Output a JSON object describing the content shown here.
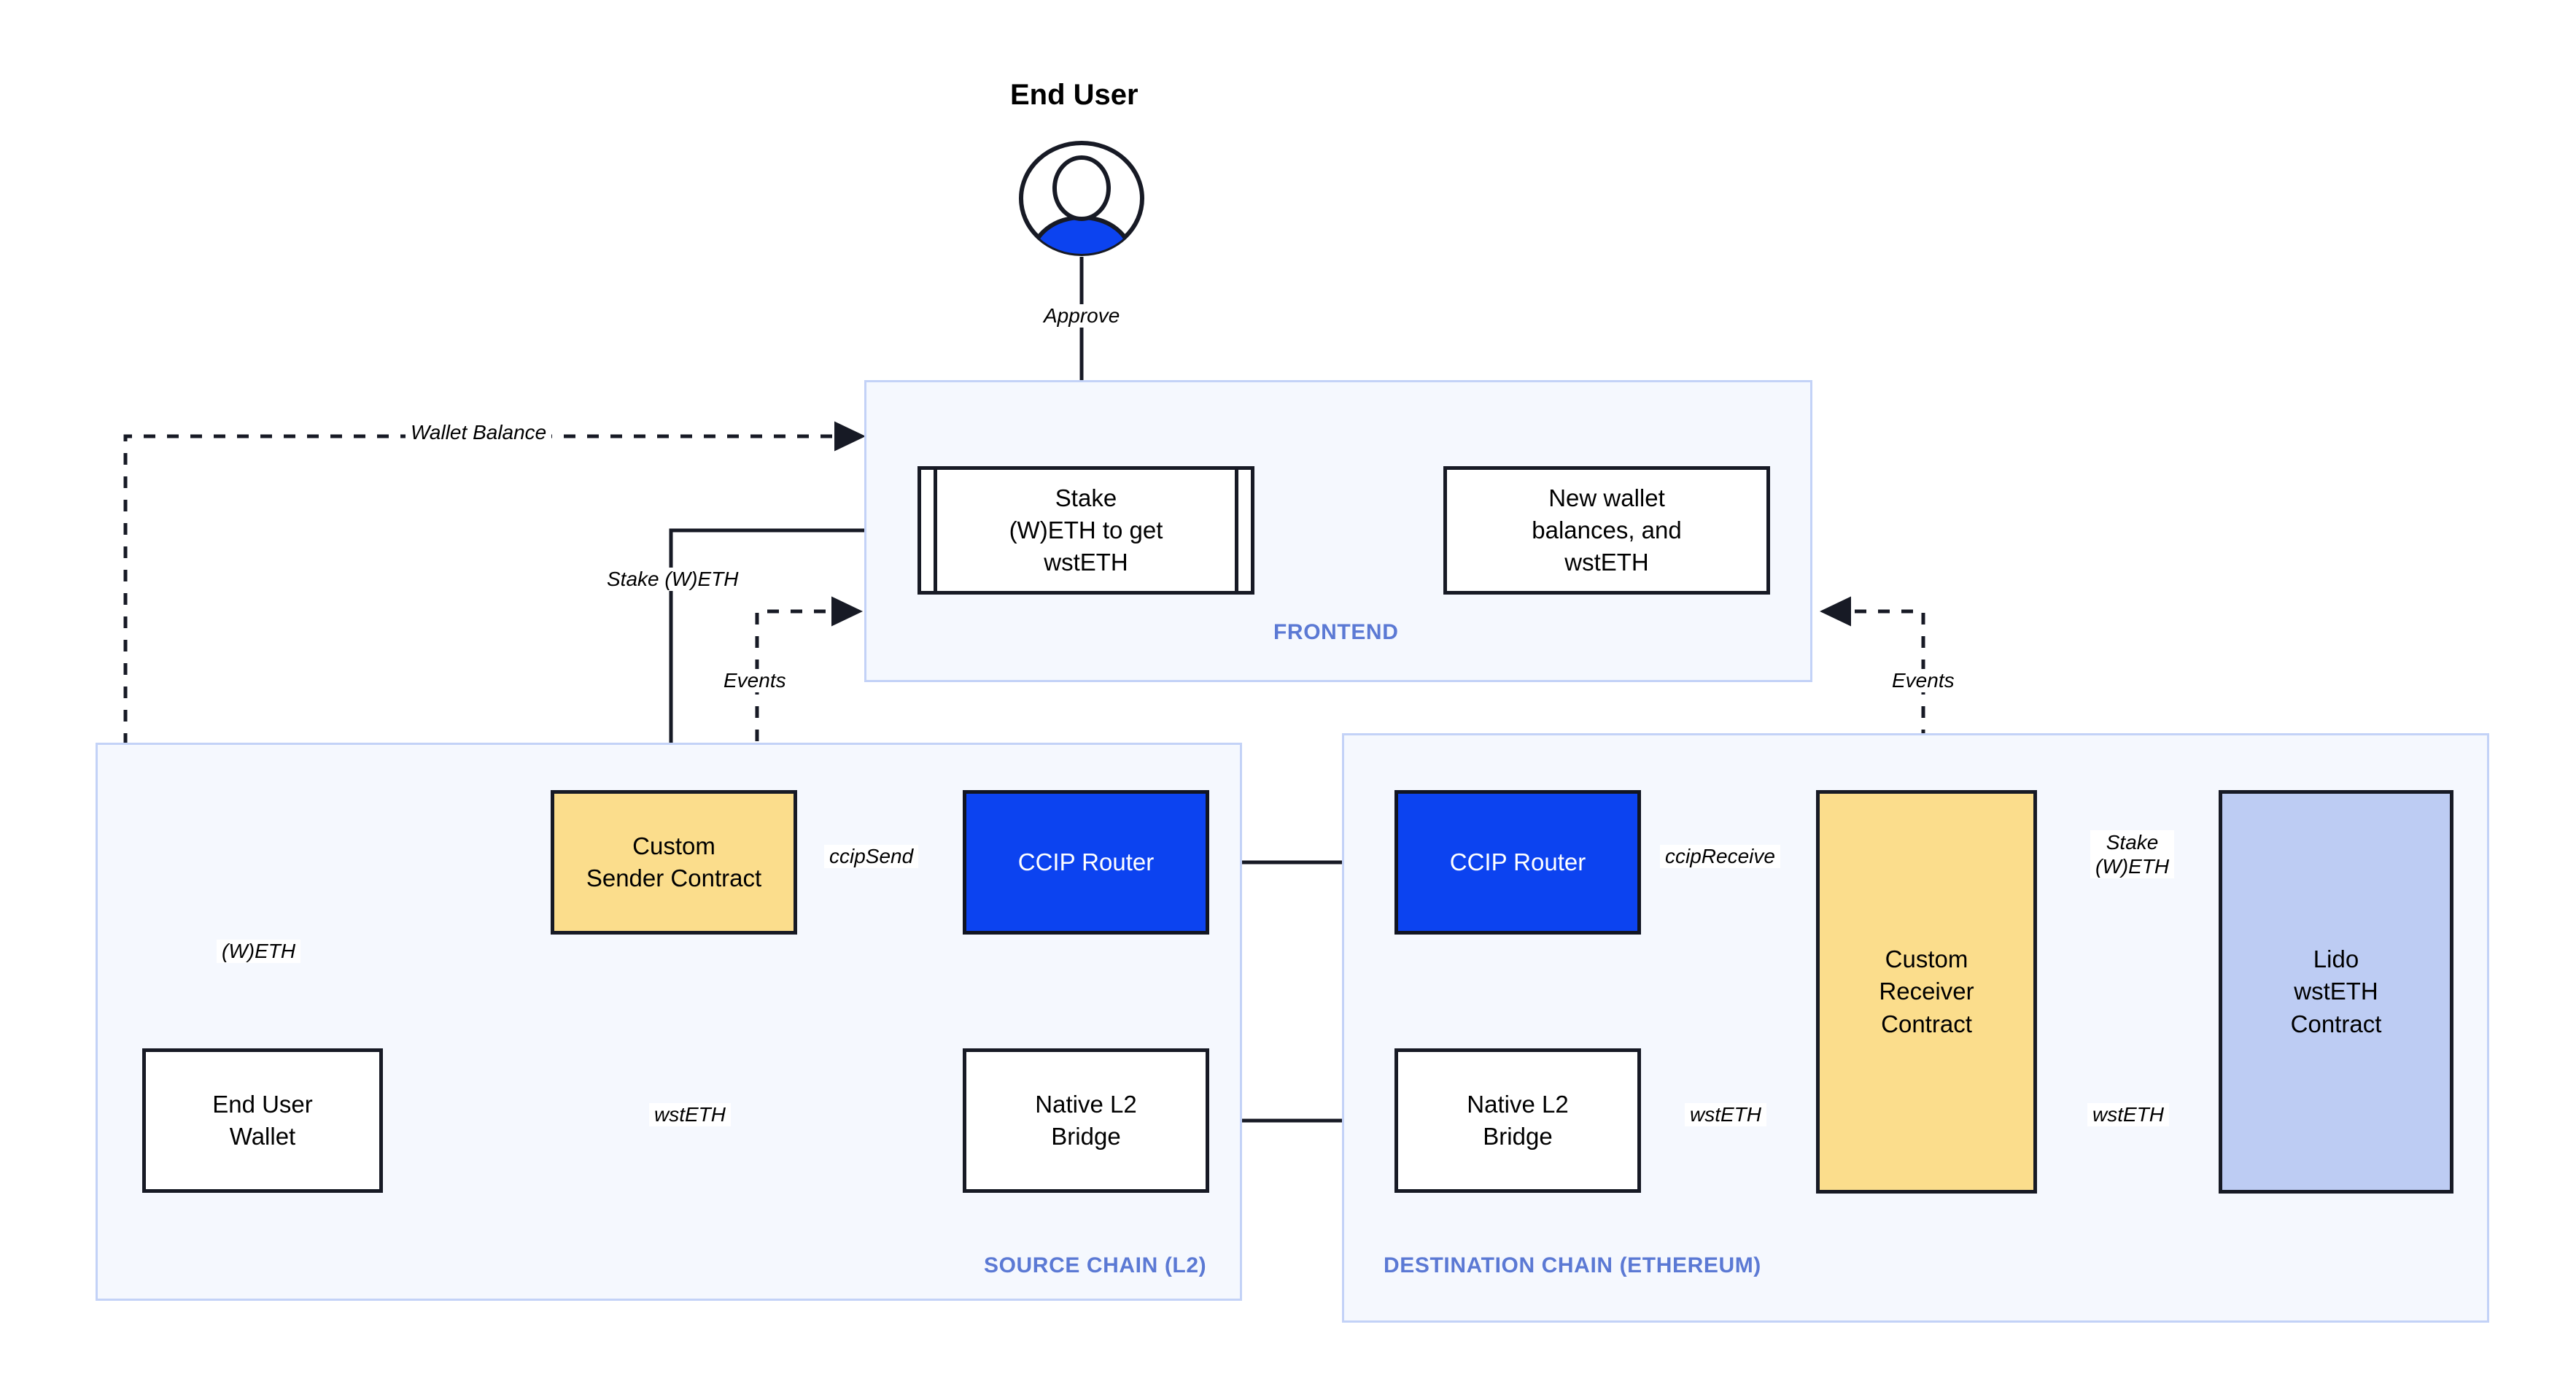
{
  "diagram": {
    "title": "End User",
    "actor_icon": "user-avatar-icon",
    "accent_blue": "#0c43f0",
    "panel_fill": "#f5f8fe",
    "panel_border": "#c3d2f7",
    "panel_label_color": "#5b79d4",
    "yellow_fill": "#fbdd8c",
    "lilac_fill": "#bdccf3",
    "stroke": "#171a25"
  },
  "panels": [
    {
      "id": "frontend",
      "label": "FRONTEND"
    },
    {
      "id": "source",
      "label": "SOURCE CHAIN (L2)"
    },
    {
      "id": "destination",
      "label": "DESTINATION CHAIN (ETHEREUM)"
    }
  ],
  "nodes": [
    {
      "id": "stake-form",
      "label": "Stake\n(W)ETH to get\nwstETH",
      "fill": "white"
    },
    {
      "id": "new-balances",
      "label": "New wallet\nbalances, and\nwstETH",
      "fill": "white"
    },
    {
      "id": "sender-contract",
      "label": "Custom\nSender Contract",
      "fill": "yellow"
    },
    {
      "id": "ccip-router-src",
      "label": "CCIP Router",
      "fill": "blue"
    },
    {
      "id": "ccip-router-dst",
      "label": "CCIP Router",
      "fill": "blue"
    },
    {
      "id": "receiver-contract",
      "label": "Custom\nReceiver\nContract",
      "fill": "yellow"
    },
    {
      "id": "lido-contract",
      "label": "Lido\nwstETH\nContract",
      "fill": "lilac"
    },
    {
      "id": "user-wallet",
      "label": "End User\nWallet",
      "fill": "white"
    },
    {
      "id": "native-bridge-src",
      "label": "Native L2\nBridge",
      "fill": "white"
    },
    {
      "id": "native-bridge-dst",
      "label": "Native L2\nBridge",
      "fill": "white"
    }
  ],
  "edge_labels": {
    "approve": "Approve",
    "wallet_balance": "Wallet Balance",
    "stake_weth": "Stake (W)ETH",
    "events_left": "Events",
    "events_right": "Events",
    "ccip_send": "ccipSend",
    "ccip_receive": "ccipReceive",
    "weth": "(W)ETH",
    "stake_weth_dst": "Stake\n(W)ETH",
    "wsteth_src": "wstETH",
    "wsteth_receiver": "wstETH",
    "wsteth_lido": "wstETH"
  }
}
